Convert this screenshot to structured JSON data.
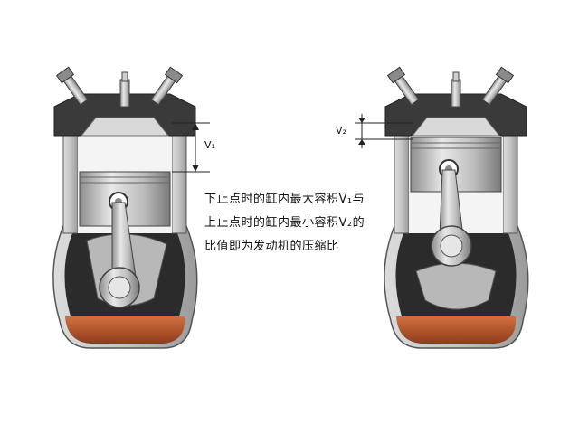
{
  "labels": {
    "v1": "V₁",
    "v2": "V₂"
  },
  "caption": {
    "line1": "下止点时的缸内最大容积V₁与",
    "line2": "上止点时的缸内最小容积V₂的",
    "line3": "比值即为发动机的压缩比"
  },
  "colors": {
    "oil": "#b5542c",
    "block_dark": "#2b2b2b",
    "metal_light": "#d9d9d9",
    "metal_mid": "#a8a8a8",
    "metal_dark": "#6e6e6e"
  }
}
